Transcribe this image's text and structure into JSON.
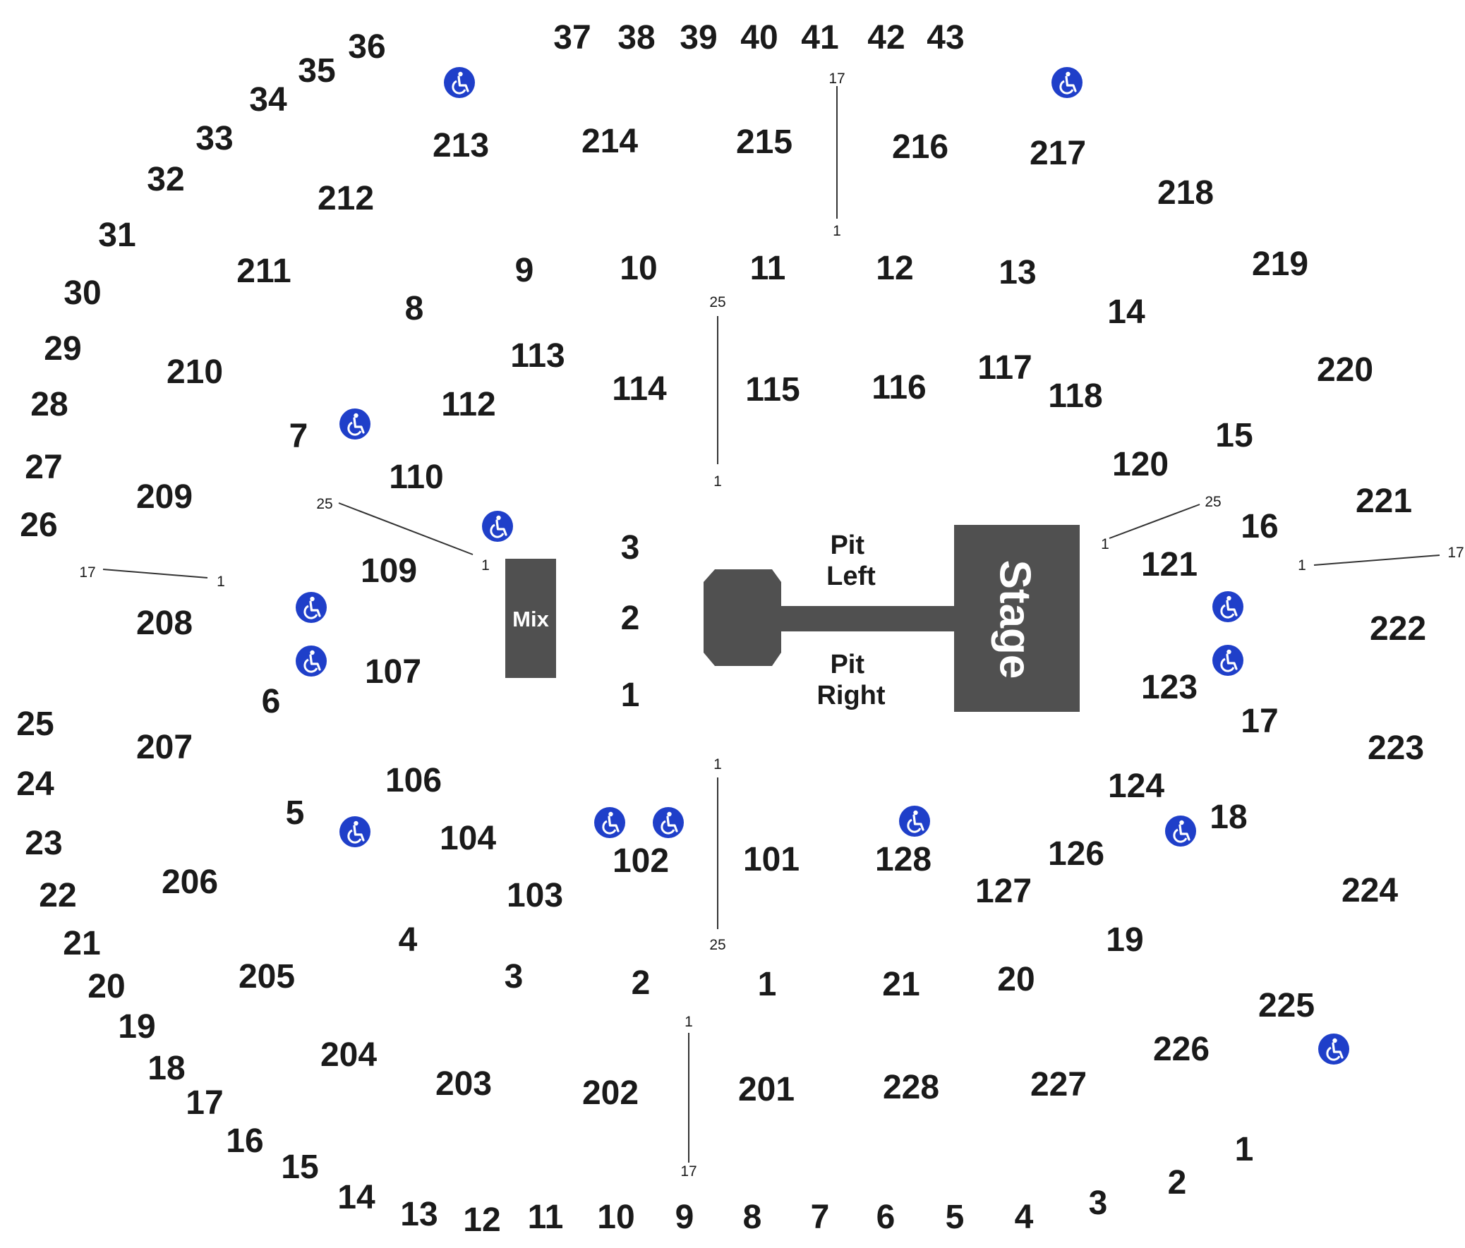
{
  "venue_labels": {
    "stage": "Stage",
    "mix": "Mix",
    "pit_left": [
      "Pit",
      "Left"
    ],
    "pit_right": [
      "Pit",
      "Right"
    ]
  },
  "sections_200": [
    "201",
    "202",
    "203",
    "204",
    "205",
    "206",
    "207",
    "208",
    "209",
    "210",
    "211",
    "212",
    "213",
    "214",
    "215",
    "216",
    "217",
    "218",
    "219",
    "220",
    "221",
    "222",
    "223",
    "224",
    "225",
    "226",
    "227",
    "228"
  ],
  "sections_100": [
    "101",
    "102",
    "103",
    "104",
    "106",
    "107",
    "109",
    "110",
    "112",
    "113",
    "114",
    "115",
    "116",
    "117",
    "118",
    "120",
    "121",
    "123",
    "124",
    "126",
    "127",
    "128"
  ],
  "floor_rows": [
    "1",
    "2",
    "3"
  ],
  "inner_numbers": [
    "1",
    "2",
    "3",
    "4",
    "5",
    "6",
    "7",
    "8",
    "9",
    "10",
    "11",
    "12",
    "13",
    "14",
    "15",
    "16",
    "17",
    "18",
    "19",
    "20",
    "21"
  ],
  "outer_numbers": [
    "1",
    "2",
    "3",
    "4",
    "5",
    "6",
    "7",
    "8",
    "9",
    "10",
    "11",
    "12",
    "13",
    "14",
    "15",
    "16",
    "17",
    "18",
    "19",
    "20",
    "21",
    "22",
    "23",
    "24",
    "25",
    "26",
    "27",
    "28",
    "29",
    "30",
    "31",
    "32",
    "33",
    "34",
    "35",
    "36",
    "37",
    "38",
    "39",
    "40",
    "41",
    "42",
    "43"
  ],
  "row_range_labels": {
    "r1": [
      "1",
      "25"
    ],
    "r2": [
      "1",
      "25"
    ],
    "r3": [
      "1",
      "25"
    ],
    "r4": [
      "1",
      "25"
    ],
    "r5": [
      "1",
      "17"
    ],
    "r6": [
      "1",
      "17"
    ],
    "r7": [
      "1",
      "17"
    ]
  },
  "accessibility_icon": "wheelchair-icon",
  "colors": {
    "accessibility": "#1f3fc9",
    "block": "#505050",
    "text": "#1a1a1a"
  }
}
